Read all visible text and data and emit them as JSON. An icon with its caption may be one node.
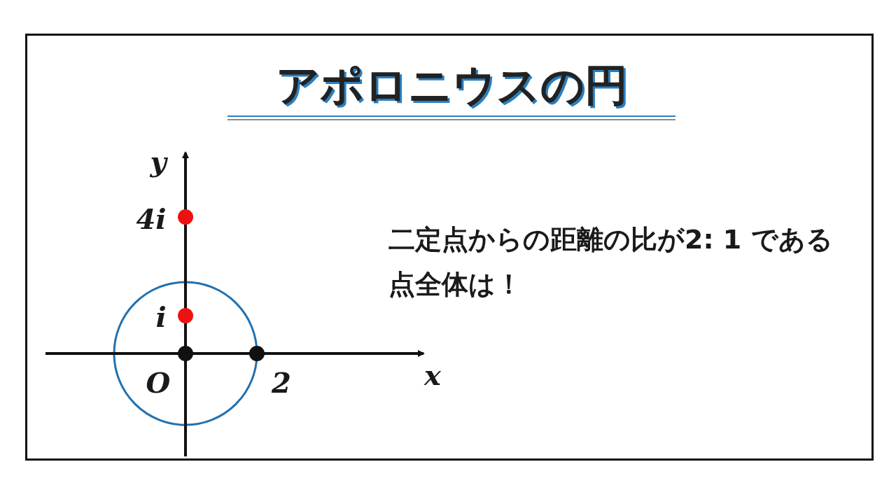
{
  "diagram": {
    "title": "アポロニウスの円",
    "labels": [
      "y",
      "4i",
      "二定点からの距離の比が2: 1 である点全体は！",
      "i",
      "O",
      "2",
      "x"
    ]
  }
}
